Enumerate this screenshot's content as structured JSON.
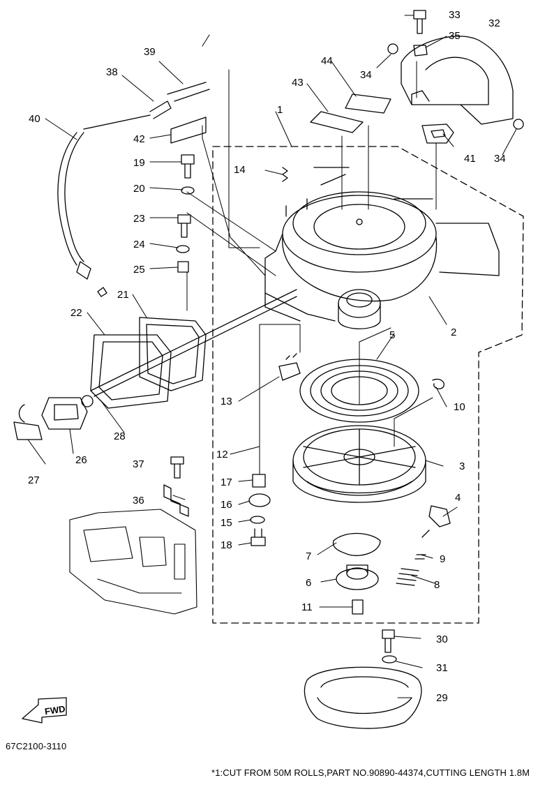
{
  "callouts": {
    "c1": "1",
    "c2": "2",
    "c3": "3",
    "c4": "4",
    "c5": "5",
    "c6": "6",
    "c7": "7",
    "c8": "8",
    "c9": "9",
    "c10": "10",
    "c11": "11",
    "c12": "12",
    "c13": "13",
    "c14": "14",
    "c15": "15",
    "c16": "16",
    "c17": "17",
    "c18": "18",
    "c19": "19",
    "c20": "20",
    "c21": "21",
    "c22": "22",
    "c23": "23",
    "c24": "24",
    "c25": "25",
    "c26": "26",
    "c27": "27",
    "c28": "28",
    "c29": "29",
    "c30": "30",
    "c31": "31",
    "c32": "32",
    "c33": "33",
    "c34a": "34",
    "c34b": "34",
    "c35": "35",
    "c36": "36",
    "c37": "37",
    "c38": "38",
    "c39": "39",
    "c40": "40",
    "c41": "41",
    "c42": "42",
    "c43": "43",
    "c44": "44"
  },
  "fwd_label": "FWD",
  "part_code": "67C2100-3110",
  "footnote": "*1:CUT FROM 50M ROLLS,PART NO.90890-44374,CUTTING LENGTH 1.8M"
}
